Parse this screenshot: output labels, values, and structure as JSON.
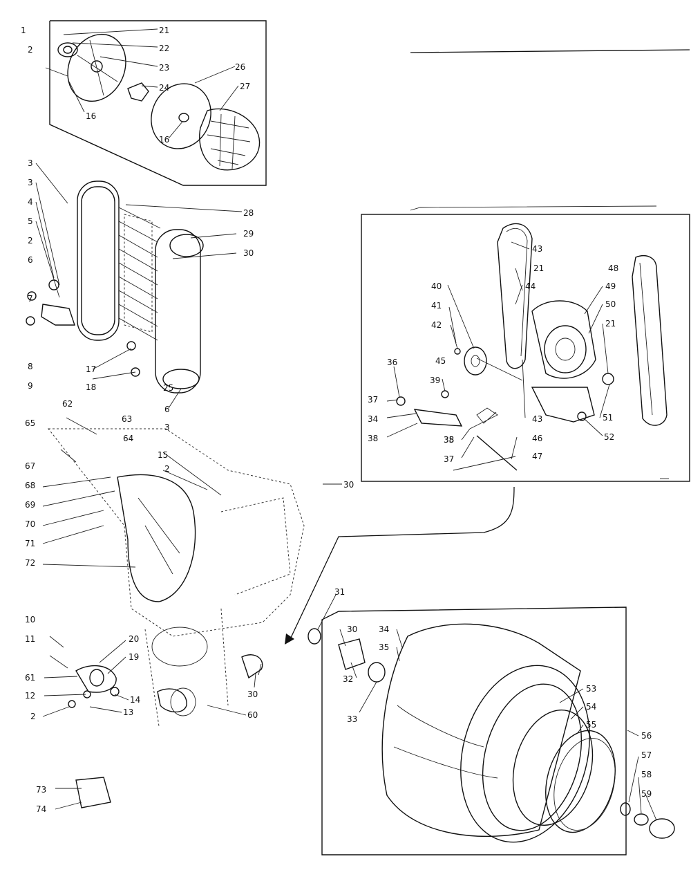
{
  "callouts": [
    {
      "id": "c1",
      "text": "1"
    },
    {
      "id": "c2",
      "text": "2"
    },
    {
      "id": "c21",
      "text": "21"
    },
    {
      "id": "c22",
      "text": "22"
    },
    {
      "id": "c23",
      "text": "23"
    },
    {
      "id": "c24",
      "text": "24"
    },
    {
      "id": "c26",
      "text": "26"
    },
    {
      "id": "c27",
      "text": "27"
    },
    {
      "id": "c16",
      "text": "16"
    },
    {
      "id": "c16b",
      "text": "16"
    },
    {
      "id": "c3a",
      "text": "3"
    },
    {
      "id": "c3b",
      "text": "3"
    },
    {
      "id": "c4",
      "text": "4"
    },
    {
      "id": "c5",
      "text": "5"
    },
    {
      "id": "c2b",
      "text": "2"
    },
    {
      "id": "c6",
      "text": "6"
    },
    {
      "id": "c6b",
      "text": "6"
    },
    {
      "id": "c7",
      "text": "7"
    },
    {
      "id": "c8",
      "text": "8"
    },
    {
      "id": "c9",
      "text": "9"
    },
    {
      "id": "c17",
      "text": "17"
    },
    {
      "id": "c18",
      "text": "18"
    },
    {
      "id": "c28",
      "text": "28"
    },
    {
      "id": "c29",
      "text": "29"
    },
    {
      "id": "c30a",
      "text": "30"
    },
    {
      "id": "c25",
      "text": "25"
    },
    {
      "id": "c3c",
      "text": "3"
    },
    {
      "id": "c15",
      "text": "15"
    },
    {
      "id": "c2c",
      "text": "2"
    },
    {
      "id": "c62",
      "text": "62"
    },
    {
      "id": "c63",
      "text": "63"
    },
    {
      "id": "c64",
      "text": "64"
    },
    {
      "id": "c65",
      "text": "65"
    },
    {
      "id": "c67",
      "text": "67"
    },
    {
      "id": "c68",
      "text": "68"
    },
    {
      "id": "c69",
      "text": "69"
    },
    {
      "id": "c70",
      "text": "70"
    },
    {
      "id": "c71",
      "text": "71"
    },
    {
      "id": "c72",
      "text": "72"
    },
    {
      "id": "c43",
      "text": "43"
    },
    {
      "id": "c21b",
      "text": "21"
    },
    {
      "id": "c44",
      "text": "44"
    },
    {
      "id": "c40",
      "text": "40"
    },
    {
      "id": "c41",
      "text": "41"
    },
    {
      "id": "c42",
      "text": "42"
    },
    {
      "id": "c45",
      "text": "45"
    },
    {
      "id": "c48",
      "text": "48"
    },
    {
      "id": "c49",
      "text": "49"
    },
    {
      "id": "c50",
      "text": "50"
    },
    {
      "id": "c21c",
      "text": "21"
    },
    {
      "id": "c36",
      "text": "36"
    },
    {
      "id": "c37",
      "text": "37"
    },
    {
      "id": "c34",
      "text": "34"
    },
    {
      "id": "c38",
      "text": "38"
    },
    {
      "id": "c39",
      "text": "39"
    },
    {
      "id": "c35",
      "text": "35"
    },
    {
      "id": "c37b",
      "text": "37"
    },
    {
      "id": "c38b",
      "text": "38"
    },
    {
      "id": "c46",
      "text": "46"
    },
    {
      "id": "c47",
      "text": "47"
    },
    {
      "id": "c43b",
      "text": "43"
    },
    {
      "id": "c51",
      "text": "51"
    },
    {
      "id": "c52",
      "text": "52"
    },
    {
      "id": "c30b",
      "text": "30"
    },
    {
      "id": "c10",
      "text": "10"
    },
    {
      "id": "c11",
      "text": "11"
    },
    {
      "id": "c20",
      "text": "20"
    },
    {
      "id": "c19",
      "text": "19"
    },
    {
      "id": "c61",
      "text": "61"
    },
    {
      "id": "c12",
      "text": "12"
    },
    {
      "id": "c14",
      "text": "14"
    },
    {
      "id": "c2d",
      "text": "2"
    },
    {
      "id": "c13",
      "text": "13"
    },
    {
      "id": "c60",
      "text": "60"
    },
    {
      "id": "c30c",
      "text": "30"
    },
    {
      "id": "c31",
      "text": "31"
    },
    {
      "id": "c30d",
      "text": "30"
    },
    {
      "id": "c34b",
      "text": "34"
    },
    {
      "id": "c35b",
      "text": "35"
    },
    {
      "id": "c32",
      "text": "32"
    },
    {
      "id": "c33",
      "text": "33"
    },
    {
      "id": "c53",
      "text": "53"
    },
    {
      "id": "c54",
      "text": "54"
    },
    {
      "id": "c55",
      "text": "55"
    },
    {
      "id": "c56",
      "text": "56"
    },
    {
      "id": "c57",
      "text": "57"
    },
    {
      "id": "c58",
      "text": "58"
    },
    {
      "id": "c59",
      "text": "59"
    },
    {
      "id": "c73",
      "text": "73"
    },
    {
      "id": "c74",
      "text": "74"
    }
  ]
}
